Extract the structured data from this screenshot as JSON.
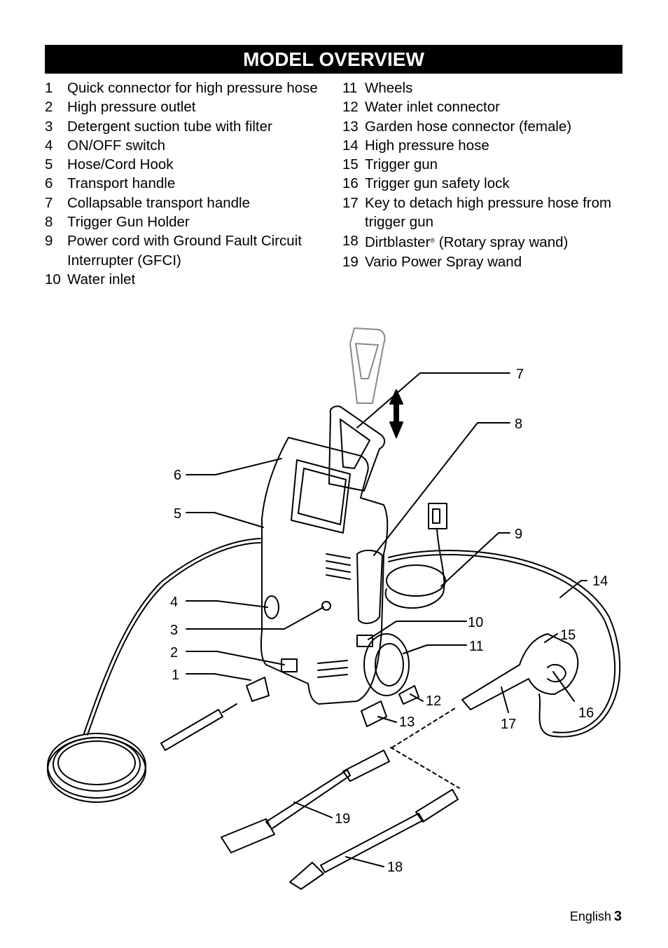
{
  "title": "MODEL OVERVIEW",
  "items_left": [
    {
      "num": "1",
      "text": "Quick connector for high pressure hose"
    },
    {
      "num": "2",
      "text": "High pressure outlet"
    },
    {
      "num": "3",
      "text": "Detergent suction tube with filter"
    },
    {
      "num": "4",
      "text": "ON/OFF switch"
    },
    {
      "num": "5",
      "text": "Hose/Cord Hook"
    },
    {
      "num": "6",
      "text": "Transport handle"
    },
    {
      "num": "7",
      "text": "Collapsable transport handle"
    },
    {
      "num": "8",
      "text": "Trigger Gun Holder"
    },
    {
      "num": "9",
      "text": "Power cord with Ground Fault Circuit Interrupter (GFCI)"
    },
    {
      "num": "10",
      "text": "Water inlet"
    }
  ],
  "items_right": [
    {
      "num": "11",
      "text": "Wheels"
    },
    {
      "num": "12",
      "text": "Water inlet connector"
    },
    {
      "num": "13",
      "text": "Garden hose connector (female)"
    },
    {
      "num": "14",
      "text": "High pressure hose"
    },
    {
      "num": "15",
      "text": "Trigger gun"
    },
    {
      "num": "16",
      "text": "Trigger gun safety lock"
    },
    {
      "num": "17",
      "text": "Key to detach high pressure hose from trigger gun"
    },
    {
      "num": "18",
      "text": "Dirtblaster",
      "sup": "®",
      "text_after": " (Rotary spray wand)"
    },
    {
      "num": "19",
      "text": "Vario Power Spray wand"
    }
  ],
  "callouts": [
    "1",
    "2",
    "3",
    "4",
    "5",
    "6",
    "7",
    "8",
    "9",
    "10",
    "11",
    "12",
    "13",
    "14",
    "15",
    "16",
    "17",
    "18",
    "19"
  ],
  "footer": {
    "language": "English",
    "page": "3"
  }
}
